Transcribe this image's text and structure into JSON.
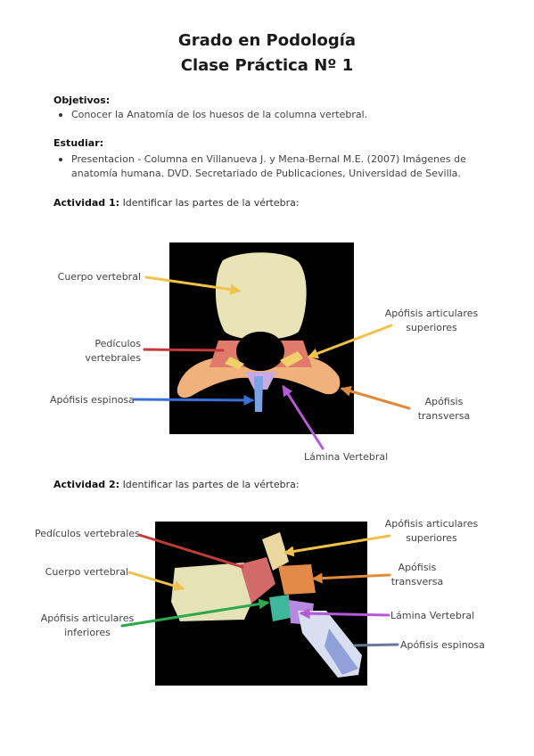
{
  "title_line1": "Grado en Podología",
  "title_line2": "Clase Práctica Nº 1",
  "objetivos": {
    "heading": "Objetivos:",
    "items": [
      "Conocer la Anatomía de los huesos de la columna vertebral."
    ]
  },
  "estudiar": {
    "heading": "Estudiar:",
    "items": [
      "Presentacion - Columna en Villanueva J. y Mena-Bernal M.E. (2007) Imágenes de anatomía humana. DVD. Secretariado de Publicaciones, Universidad de Sevilla."
    ]
  },
  "actividad1": {
    "heading": "Actividad 1:",
    "text": "Identificar las partes de la vértebra:",
    "labels": {
      "cuerpo": "Cuerpo vertebral",
      "pediculos_1": "Pedículos",
      "pediculos_2": "vertebrales",
      "espinosa": "Apófisis espinosa",
      "articulares_1": "Apófisis articulares",
      "articulares_2": "superiores",
      "transversa_1": "Apófisis",
      "transversa_2": "transversa",
      "lamina": "Lámina Vertebral"
    }
  },
  "actividad2": {
    "heading": "Actividad 2:",
    "text": "Identificar las partes de la vértebra:",
    "labels": {
      "pediculos": "Pedículos vertebrales",
      "cuerpo": "Cuerpo vertebral",
      "inferiores_1": "Apófisis articulares",
      "inferiores_2": "inferiores",
      "articulares_1": "Apófisis articulares",
      "articulares_2": "superiores",
      "transversa_1": "Apófisis",
      "transversa_2": "transversa",
      "lamina": "Lámina Vertebral",
      "espinosa": "Apófisis espinosa"
    }
  },
  "colors": {
    "cuerpo": "#f0c24a",
    "pediculos": "#c23a3a",
    "espinosa": "#3a6fd8",
    "articulares": "#f0c24a",
    "transversa": "#e08a3a",
    "lamina": "#b45ad6",
    "inferiores": "#2ea84a",
    "espinosa2": "#6a7898"
  }
}
